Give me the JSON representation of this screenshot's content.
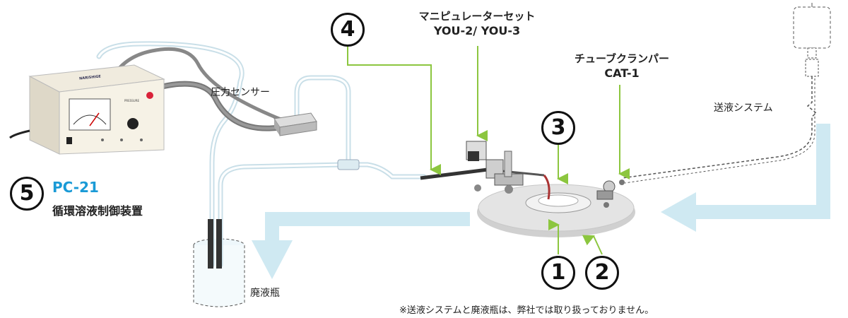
{
  "labels": {
    "manipulator_title": "マニピュレーターセット",
    "manipulator_model": "YOU-2/ YOU-3",
    "clamper_title": "チューブクランパー",
    "clamper_model": "CAT-1",
    "pressure_sensor": "圧力センサー",
    "feed_system": "送液システム",
    "waste_bottle": "廃液瓶",
    "controller_model": "PC-21",
    "controller_name": "循環溶液制御装置",
    "footnote": "※送液システムと廃液瓶は、弊社では取り扱っておりません。"
  },
  "numbers": {
    "n1": "1",
    "n2": "2",
    "n3": "3",
    "n4": "4",
    "n5": "5"
  },
  "device": {
    "brand": "NARISHIGE",
    "meter_label": "PRESSURE"
  },
  "colors": {
    "pointer_green": "#8cc63f",
    "flow_blue": "#cfe9f2",
    "accent_blue": "#1a9ad6",
    "tube": "#c9dfe8"
  }
}
